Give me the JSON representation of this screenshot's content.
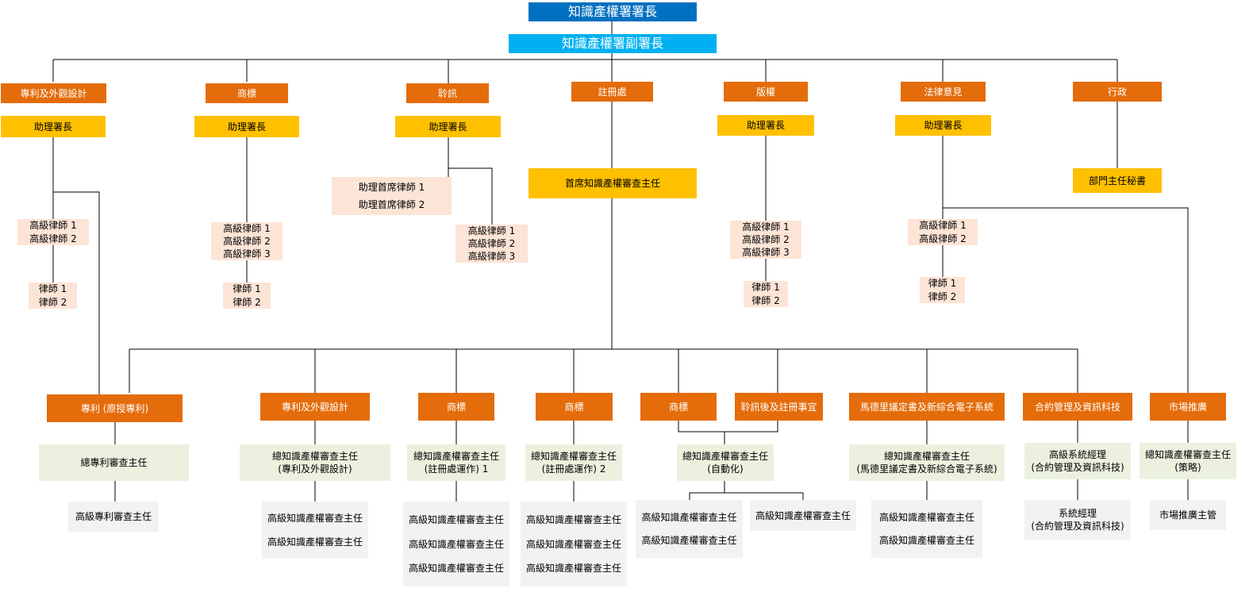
{
  "director": "知識產權署署長",
  "deputy_director": "知識產權署副署長",
  "divisions": {
    "patent_design": {
      "title": "專利及外觀設計",
      "assistant": "助理署長",
      "senior_lawyers": [
        "高級律師 1",
        "高級律師 2"
      ],
      "lawyers": [
        "律師 1",
        "律師 2"
      ]
    },
    "trademark": {
      "title": "商標",
      "assistant": "助理署長",
      "senior_lawyers": [
        "高級律師 1",
        "高級律師 2",
        "高級律師 3"
      ],
      "lawyers": [
        "律師 1",
        "律師 2"
      ]
    },
    "hearing": {
      "title": "聆訊",
      "assistant": "助理署長",
      "assistant_principal": [
        "助理首席律師 1",
        "助理首席律師 2"
      ],
      "senior_lawyers": [
        "高級律師 1",
        "高級律師 2",
        "高級律師 3"
      ]
    },
    "registry": {
      "title": "註冊處",
      "chief": "首席知識產權審查主任"
    },
    "copyright": {
      "title": "版權",
      "assistant": "助理署長",
      "senior_lawyers": [
        "高級律師 1",
        "高級律師 2",
        "高級律師 3"
      ],
      "lawyers": [
        "律師 1",
        "律師 2"
      ]
    },
    "legal_advice": {
      "title": "法律意見",
      "assistant": "助理署長",
      "senior_lawyers": [
        "高級律師 1",
        "高級律師 2"
      ],
      "lawyers": [
        "律師 1",
        "律師 2"
      ]
    },
    "admin": {
      "title": "行政",
      "secretary": "部門主任秘書"
    }
  },
  "sections": {
    "patent_orig": {
      "title": "專利 (原授專利)",
      "head": "總專利審查主任",
      "staff": [
        "高級專利審查主任"
      ]
    },
    "patent_design": {
      "title": "專利及外觀設計",
      "head": "總知識產權審查主任\n(專利及外觀設計)",
      "staff": [
        "高級知識產權審查主任",
        "高級知識產權審查主任"
      ]
    },
    "tm1": {
      "title": "商標",
      "head": "總知識產權審查主任\n(註冊處運作) 1",
      "staff": [
        "高級知識產權審查主任",
        "高級知識產權審查主任",
        "高級知識產權審查主任"
      ]
    },
    "tm2": {
      "title": "商標",
      "head": "總知識產權審查主任\n(註冊處運作) 2",
      "staff": [
        "高級知識產權審查主任",
        "高級知識產權審查主任",
        "高級知識產權審查主任"
      ]
    },
    "tm3": {
      "title": "商標"
    },
    "post_hearing": {
      "title": "聆訊後及註冊事宜"
    },
    "automation": {
      "head": "總知識產權審查主任\n(自動化)",
      "staff_left": [
        "高級知識產權審查主任",
        "高級知識產權審查主任"
      ],
      "staff_right": [
        "高級知識產權審查主任"
      ]
    },
    "madrid": {
      "title": "馬德里議定書及新綜合電子系統",
      "head": "總知識產權審查主任\n(馬德里議定書及新綜合電子系統)",
      "staff": [
        "高級知識產權審查主任",
        "高級知識產權審查主任"
      ]
    },
    "contract_it": {
      "title": "合約管理及資訊科技",
      "head": "高級系統經理\n(合約管理及資訊科技)",
      "staff": "系統經理\n(合約管理及資訊科技)"
    },
    "marketing": {
      "title": "市場推廣",
      "head": "總知識產權審查主任\n(策略)",
      "staff": "市場推廣主管"
    }
  },
  "colors": {
    "director": "#0070c0",
    "deputy": "#00b0f0",
    "division": "#e46c0a",
    "assistant": "#ffc000",
    "lawyer": "#fce4d6",
    "head": "#ebf1de",
    "staff": "#f2f2f2",
    "line": "#000000"
  }
}
